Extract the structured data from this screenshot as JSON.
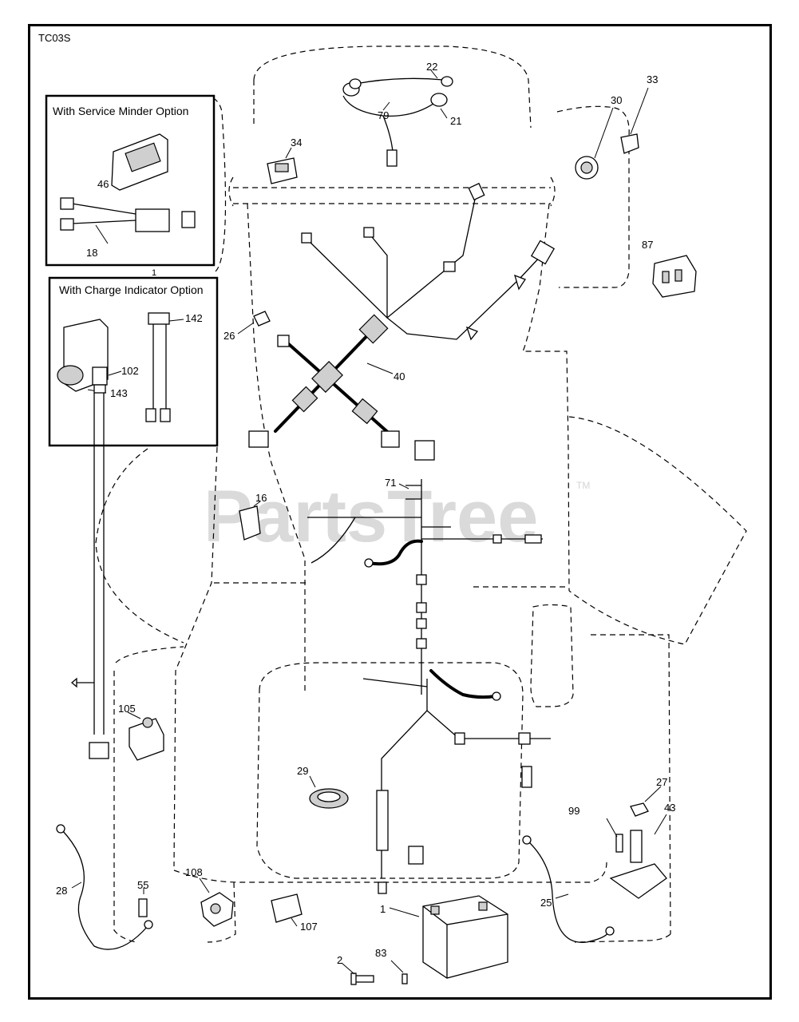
{
  "drawing_code": "TC03S",
  "watermark": {
    "text": "PartsTree",
    "trademark": "TM"
  },
  "option_boxes": {
    "service_minder": {
      "title": "With Service Minder Option",
      "parts": [
        "46",
        "18"
      ]
    },
    "charge_indicator": {
      "title": "With Charge Indicator Option",
      "parts": [
        "142",
        "143"
      ]
    }
  },
  "callouts": {
    "p22": "22",
    "p79": "79",
    "p21": "21",
    "p34": "34",
    "p30": "30",
    "p33": "33",
    "p87": "87",
    "p26": "26",
    "p40": "40",
    "p71": "71",
    "p16": "16",
    "p102": "102",
    "p105": "105",
    "p29": "29",
    "p27": "27",
    "p99": "99",
    "p43": "43",
    "p28": "28",
    "p55": "55",
    "p108": "108",
    "p107": "107",
    "p1": "1",
    "p25": "25",
    "p2": "2",
    "p83": "83",
    "p46": "46",
    "p18": "18",
    "p142": "142",
    "p143": "143",
    "p1b": "1"
  }
}
